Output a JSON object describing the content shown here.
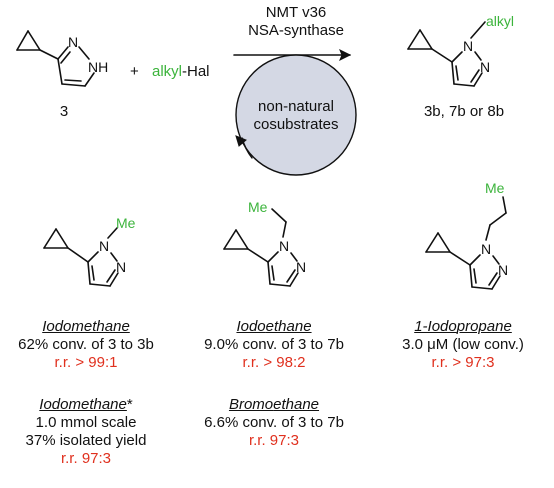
{
  "reaction": {
    "reactant_label": "3",
    "plus": "+",
    "alkyl_text": "alkyl",
    "hal_text": "-Hal",
    "enzyme_line1": "NMT v36",
    "enzyme_line2": "NSA-synthase",
    "cycle_line1": "non-natural",
    "cycle_line2": "cosubstrates",
    "product_label": "3b, 7b or 8b",
    "product_substituent": "alkyl"
  },
  "atoms": {
    "N": "N",
    "NH": "NH",
    "Me": "Me"
  },
  "entries": [
    {
      "reagent_part1": "Iodo",
      "reagent_part2": "methane",
      "reagent_suffix": "",
      "line2": "62% conv. of 3 to 3b",
      "line3": "",
      "rr": "r.r. > 99:1"
    },
    {
      "reagent_part1": "Iodo",
      "reagent_part2": "ethane",
      "reagent_suffix": "",
      "line2": "9.0% conv. of 3 to 7b",
      "line3": "",
      "rr": "r.r. > 98:2"
    },
    {
      "reagent_part1": "1-Iodo",
      "reagent_part2": "propane",
      "reagent_suffix": "",
      "line2": "3.0 μM (low conv.)",
      "line3": "",
      "rr": "r.r. > 97:3"
    },
    {
      "reagent_part1": "Iodo",
      "reagent_part2": "methane",
      "reagent_suffix": "*",
      "line2": "1.0 mmol scale",
      "line3": "37% isolated yield",
      "rr": "r.r. 97:3"
    },
    {
      "reagent_part1": "Bromo",
      "reagent_part2": "ethane",
      "reagent_suffix": "",
      "line2": "6.6% conv. of 3 to 7b",
      "line3": "",
      "rr": "r.r. 97:3"
    }
  ],
  "colors": {
    "green": "#3cb43c",
    "red": "#e0301e",
    "circle_fill": "#d4d8e4"
  }
}
